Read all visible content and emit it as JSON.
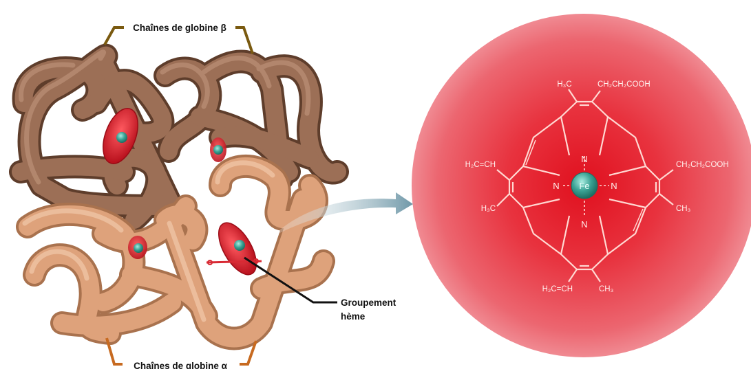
{
  "labels": {
    "beta_chains": "Chaînes de globine β",
    "alpha_chains": "Chaînes de globine α",
    "heme_line1": "Groupement",
    "heme_line2": "hème"
  },
  "heme_structure": {
    "iron": "Fe",
    "nitrogen": "N",
    "top_left_group": "H₃C",
    "top_right_group": "CH₂CH₂COOH",
    "left_upper_group": "H₂C=CH",
    "left_lower_group": "H₃C",
    "right_upper_group": "CH₂CH₂COOH",
    "right_lower_group": "CH₃",
    "bottom_left_group": "H₂C=CH",
    "bottom_right_group": "CH₃"
  },
  "colors": {
    "beta_chain": "#9c6f56",
    "alpha_chain": "#dea27b",
    "heme": "#d82a34",
    "iron": "#3aa294",
    "heme_circle": "#e54a55",
    "beta_bracket": "#7a5a10",
    "alpha_bracket": "#c76a20"
  }
}
